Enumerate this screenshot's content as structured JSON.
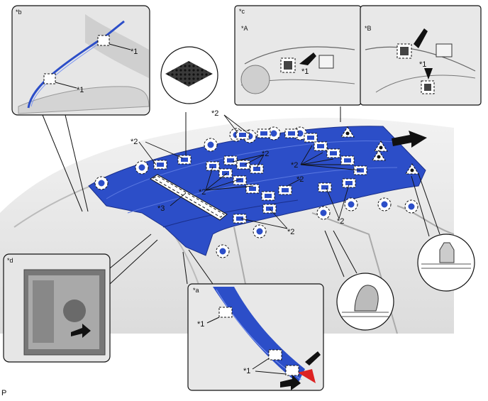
{
  "insets": {
    "b": {
      "tag": "*b",
      "callouts": [
        "*1",
        "*1"
      ]
    },
    "c": {
      "tag": "*c",
      "sub_tag": "*A",
      "callout": "*1"
    },
    "B": {
      "tag": "*B",
      "callout": "*1"
    },
    "d": {
      "tag": "*d"
    },
    "a": {
      "tag": "*a",
      "callouts": [
        "*1",
        "*1"
      ]
    }
  },
  "main": {
    "labels": [
      "*2",
      "*2",
      "*2",
      "*2",
      "*2",
      "*2",
      "*2",
      "*2",
      "*3"
    ]
  },
  "corner_mark": "P",
  "colors": {
    "headliner_blue": "#2c4ec8",
    "clip_red": "#d22",
    "outline": "#111111"
  },
  "icons": [
    "direction-arrow-icon",
    "clip-circle-icon",
    "clip-triangle-icon",
    "clip-rect-icon",
    "velcro-pad-icon"
  ]
}
